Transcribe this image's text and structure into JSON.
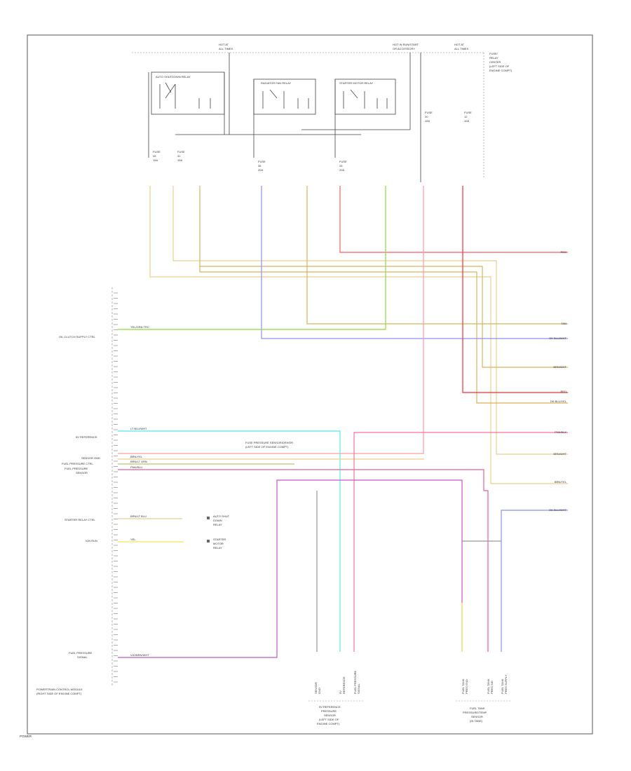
{
  "page_code": "POWER",
  "top_labels": {
    "hot_at_all_times_1": [
      "HOT AT",
      "ALL TIMES"
    ],
    "hot_in_run": [
      "HOT IN RUN/START",
      "OR ACCESSORY"
    ],
    "hot_at_all_times_2": [
      "HOT AT",
      "ALL TIMES"
    ],
    "fuse_box_note": [
      "FUSE/",
      "RELAY",
      "CENTER",
      "(LEFT SIDE OF",
      "ENGINE COMPT)"
    ]
  },
  "relays": {
    "relay_1": "AUTO SHUTDOWN RELAY",
    "relay_2": "RADIATOR FAN RELAY",
    "relay_3": "STARTER MOTOR RELAY"
  },
  "fuses": [
    {
      "id": "f1",
      "lines": [
        "FUSE",
        "28",
        "15A"
      ]
    },
    {
      "id": "f2",
      "lines": [
        "FUSE",
        "31",
        "15A"
      ]
    },
    {
      "id": "f3",
      "lines": [
        "FUSE",
        "36",
        "20A"
      ]
    },
    {
      "id": "f4",
      "lines": [
        "FUSE",
        "25",
        "20A"
      ]
    },
    {
      "id": "f5",
      "lines": [
        "FUSE",
        "20",
        "15A"
      ]
    },
    {
      "id": "f6",
      "lines": [
        "FUSE",
        "12",
        "10A"
      ]
    }
  ],
  "left_labels": {
    "solenoid_ctrl": "OIL CLUTCH SUPPLY CTRL",
    "5v_reference": "5V REFERENCE",
    "sensor_ground": "SENSOR GND",
    "fuel_pressure_ctrl": "FUEL PRESSURE CTRL",
    "fuel_pressure_sensor": [
      "FUEL PRESSURE",
      "SENSOR"
    ],
    "starter_relay_ctrl": "STARTER RELAY CTRL",
    "ign_run": "IGN RUN",
    "fuel_pressure_signal": [
      "FUEL PRESSURE",
      "SIGNAL"
    ],
    "module_name": [
      "POWERTRAIN CONTROL MODULE",
      "(RIGHT SIDE OF ENGINE COMPT)"
    ]
  },
  "wire_labels": {
    "green_ctrl": "YEL/GRN TRC",
    "cyan_5v": "LT BLU/WHT",
    "tan_gnd": "BRN/YEL",
    "olive_ctrl": "BRN/LT GRN",
    "pink_signal": "PNK/BLU",
    "dk_yellow": "BRN/LT BLU",
    "yellow_ign": "YEL",
    "purple_sig": "VIO/BRN/WHT"
  },
  "mid_notes": {
    "splice_note": [
      "FUSE PRESSURE SENSOR/DRIVER",
      "(LEFT SIDE OF ENGINE COMPT)"
    ],
    "relay_ref_1": [
      "AUTO SHUT",
      "DOWN",
      "RELAY"
    ],
    "relay_ref_2": [
      "STARTER",
      "MOTOR",
      "RELAY"
    ]
  },
  "right_labels": [
    "RED",
    "TAN",
    "DK BLU/WHT",
    "BRN/WHT",
    "RED",
    "DK BLU/YEL",
    "PNK/BLK",
    "BRN/WHT",
    "BRN/YEL",
    "DK BLU/WHT"
  ],
  "bottom_components": {
    "sensor_left": [
      "5V REFERENCE",
      "PRESSURE",
      "SENSOR",
      "(LEFT SIDE OF",
      "ENGINE COMPT)"
    ],
    "sensor_right": [
      "FUEL TANK",
      "PRESSURE/TEMP",
      "SENSOR",
      "(IN TANK)"
    ]
  },
  "bottom_pin_labels": {
    "s1": [
      "SENSOR",
      "GND"
    ],
    "s2": [
      "5V",
      "REFERENCE"
    ],
    "s3": [
      "FUEL PRESSURE",
      "SIGNAL"
    ],
    "t1": [
      "FUEL TANK",
      "PRES GND"
    ],
    "t2": [
      "FUEL TANK",
      "PRES SIG"
    ],
    "t3": [
      "FUEL TANK",
      "PRES SUPPLY"
    ]
  },
  "wire_colors": {
    "tan": "#e6d18a",
    "blue": "#8d8ff0",
    "olive": "#d6b45a",
    "green": "#8fdc38",
    "red": "#ff5c63",
    "cyan": "#56e8ea",
    "yellow": "#f4ea55",
    "purple": "#c458c6",
    "pink": "#ff6f9a",
    "dark": "#555555"
  }
}
